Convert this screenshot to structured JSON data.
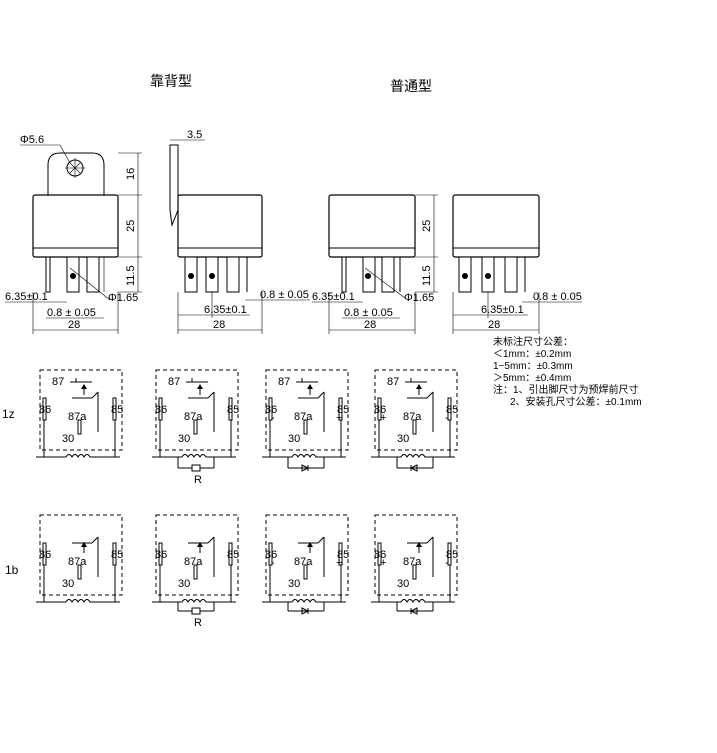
{
  "headers": {
    "back": "靠背型",
    "normal": "普通型"
  },
  "dims": {
    "phi56": "Φ5.6",
    "d35": "3.5",
    "d16": "16",
    "d25": "25",
    "d115": "11.5",
    "phi165": "Φ1.65",
    "d635": "6.35±0.1",
    "d08": "0.8 ± 0.05",
    "d28": "28"
  },
  "tolerance_notes": [
    "未标注尺寸公差：",
    "＜1mm：±0.2mm",
    "1~5mm：±0.3mm",
    "＞5mm：±0.4mm",
    "注：1、引出脚尺寸为预焊前尺寸",
    "2、安装孔尺寸公差：±0.1mm"
  ],
  "rows": {
    "r1": "1z",
    "r2": "1b"
  },
  "pins": {
    "p87": "87",
    "p87a": "87a",
    "p86": "86",
    "p85": "85",
    "p30": "30"
  },
  "signs": {
    "minus": "-",
    "plus": "+",
    "resistor": "R"
  }
}
